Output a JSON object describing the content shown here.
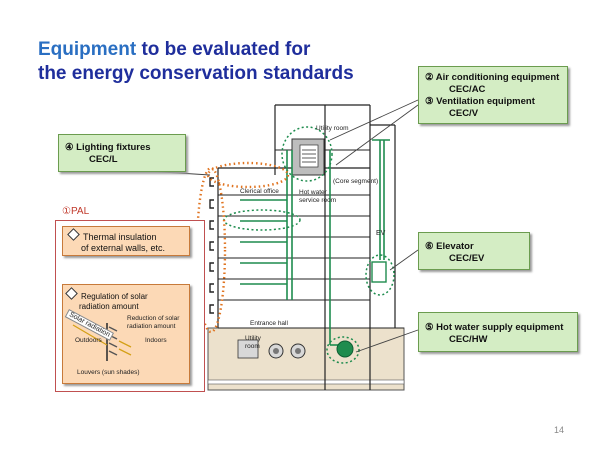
{
  "title": {
    "accent": "Equipment",
    "line1_rest": " to be evaluated for",
    "line2": "the energy conservation standards"
  },
  "boxes": {
    "air": {
      "line1": "② Air conditioning equipment",
      "line2": "CEC/AC",
      "line3": "③ Ventilation equipment",
      "line4": "CEC/V"
    },
    "lighting": {
      "line1": "④ Lighting fixtures",
      "line2": "CEC/L"
    },
    "elevator": {
      "line1": "⑥ Elevator",
      "line2": "CEC/EV"
    },
    "hotwater": {
      "line1": "⑤ Hot water supply equipment",
      "line2": "CEC/HW"
    }
  },
  "pal": {
    "label": "①PAL",
    "insulation": {
      "line1": "Thermal insulation",
      "line2": "of external walls, etc."
    },
    "solar": {
      "line1": "Regulation of solar",
      "line2": "radiation amount",
      "rays": "Solar radiation",
      "reduction1": "Reduction of solar",
      "reduction2": "radiation amount",
      "outdoors": "Outdoors",
      "indoors": "Indoors",
      "louvers": "Louvers (sun shades)"
    }
  },
  "building": {
    "utility_room_top": "Utility room",
    "core_segment": "(Core segment)",
    "clerical_office": "Clerical office",
    "hot_water1": "Hot water",
    "hot_water2": "service room",
    "ev": "EV",
    "entrance_hall": "Entrance hall",
    "utility1": "Utility",
    "utility2": "room"
  },
  "page_number": "14",
  "colors": {
    "title_blue": "#1f2e9c",
    "accent_blue": "#2a6fc2",
    "green_box": "#d4edc4",
    "orange_box": "#fcd9b6",
    "pipe_green": "#1e8c4e",
    "dotted_orange": "#e0731f",
    "pal_red": "#c0392b"
  }
}
